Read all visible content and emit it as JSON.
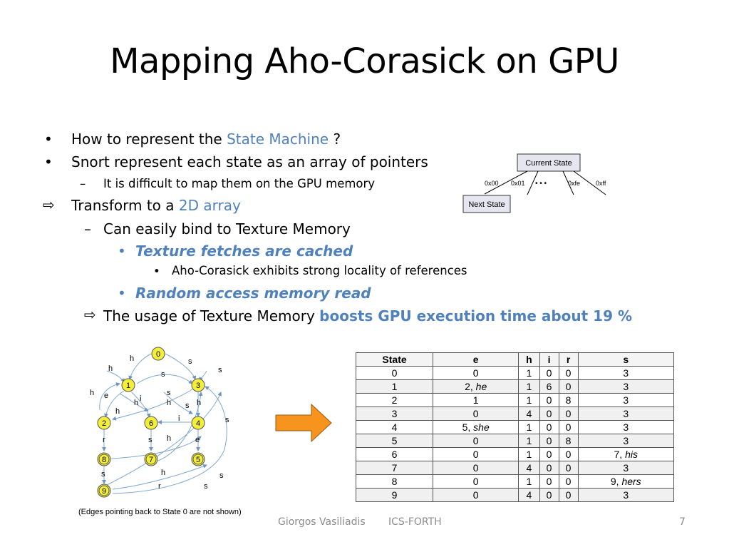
{
  "title": "Mapping Aho-Corasick on GPU",
  "bullets": {
    "b1_prefix": "How to represent the ",
    "b1_accent": "State Machine",
    "b1_suffix": " ?",
    "b2": "Snort represent each state as an array of pointers",
    "b2_sub": "It is difficult to map them on the GPU memory",
    "b3_prefix": "Transform to a ",
    "b3_accent": "2D array",
    "b3_sub": "Can easily bind to Texture Memory",
    "b3_sub_a": "Texture fetches are cached",
    "b3_sub_a_sub": "Aho-Corasick exhibits strong locality of references",
    "b3_sub_b": "Random access memory read",
    "b4_prefix": "The usage of Texture Memory ",
    "b4_accent": "boosts GPU execution time about 19 %"
  },
  "state_diagram": {
    "current": "Current State",
    "next": "Next State",
    "labels": [
      "0x00",
      "0x01",
      "0xfe",
      "0xff"
    ],
    "dots": "• • •"
  },
  "graph": {
    "nodes": [
      "0",
      "1",
      "2",
      "3",
      "4",
      "5",
      "6",
      "7",
      "8",
      "9"
    ],
    "edge_labels": {
      "h_a": "h",
      "s_a": "s",
      "h_b": "h",
      "s_b": "s",
      "s_c": "s",
      "h_c": "h",
      "e_a": "e",
      "i_a": "i",
      "s_d": "s",
      "h_d": "h",
      "h_e": "h",
      "s_e": "s",
      "h_f": "h",
      "s_f": "s",
      "r_a": "r",
      "h_g": "h",
      "i_b": "i",
      "s_g": "s",
      "s_h": "s",
      "e_b": "e",
      "h_h": "h",
      "s_i": "s",
      "h_i": "h",
      "r_b": "r",
      "s_j": "s"
    },
    "caption": "(Edges pointing back to State 0 are not shown)"
  },
  "table": {
    "headers": [
      "State",
      "e",
      "h",
      "i",
      "r",
      "s"
    ],
    "rows": [
      [
        "0",
        "0",
        "1",
        "0",
        "0",
        "3"
      ],
      [
        "1",
        "2, he",
        "1",
        "6",
        "0",
        "3"
      ],
      [
        "2",
        "1",
        "1",
        "0",
        "8",
        "3"
      ],
      [
        "3",
        "0",
        "4",
        "0",
        "0",
        "3"
      ],
      [
        "4",
        "5, she",
        "1",
        "0",
        "0",
        "3"
      ],
      [
        "5",
        "0",
        "1",
        "0",
        "8",
        "3"
      ],
      [
        "6",
        "0",
        "1",
        "0",
        "0",
        "7, his"
      ],
      [
        "7",
        "0",
        "4",
        "0",
        "0",
        "3"
      ],
      [
        "8",
        "0",
        "1",
        "0",
        "0",
        "9, hers"
      ],
      [
        "9",
        "0",
        "4",
        "0",
        "0",
        "3"
      ]
    ]
  },
  "footer": {
    "author": "Giorgos Vasiliadis",
    "org": "ICS-FORTH",
    "page": "7"
  },
  "colors": {
    "accent": "#4f81bd",
    "node_fill": "#f2ee3a",
    "arrow_fill": "#f7941d",
    "edge": "#7fa7d0"
  }
}
